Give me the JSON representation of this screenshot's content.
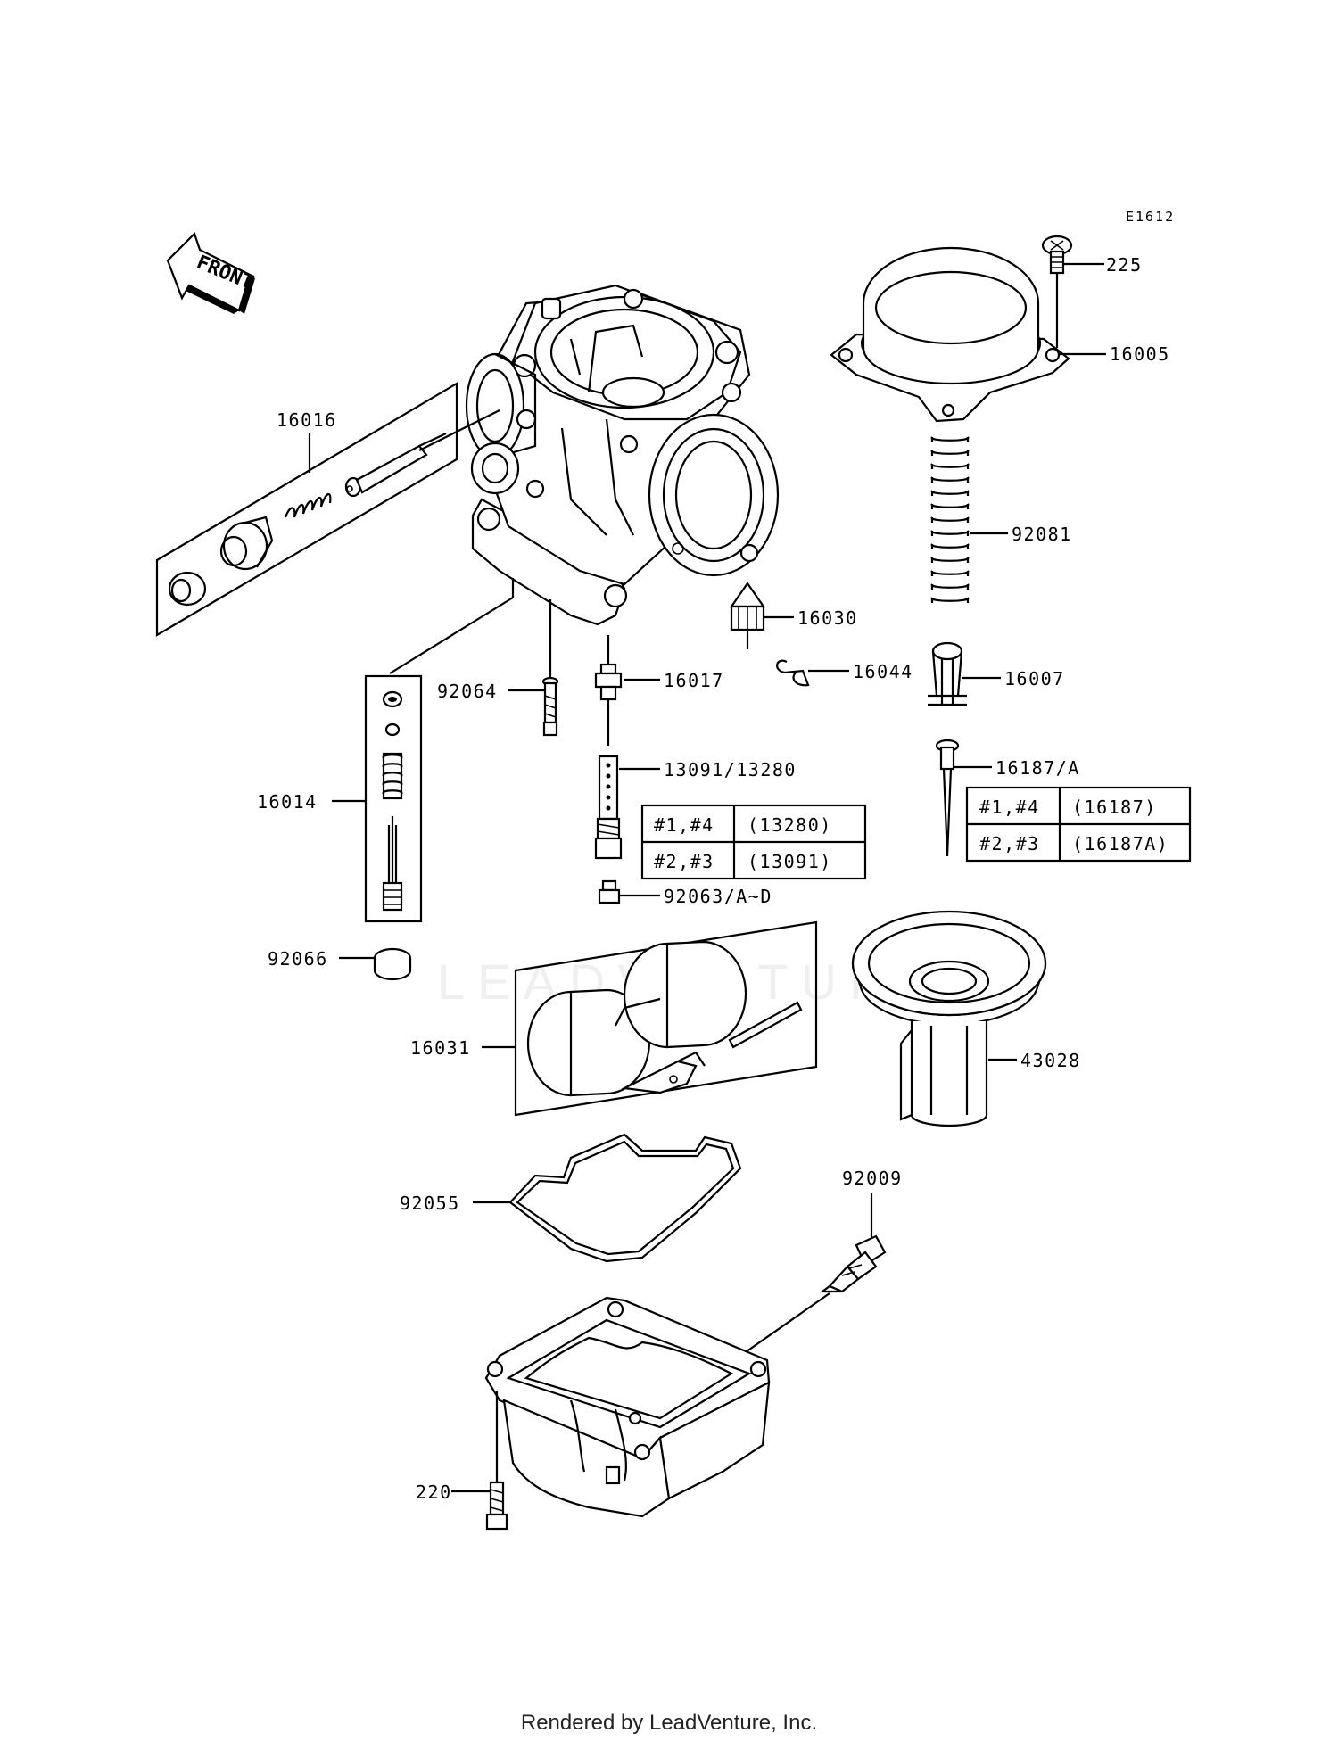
{
  "diagram_code": "E1612",
  "direction_label": "FRONT",
  "watermark": "LEADVENTURE",
  "footer": "Rendered by LeadVenture, Inc.",
  "parts": {
    "p225": "225",
    "p16005": "16005",
    "p16016": "16016",
    "p92081": "92081",
    "p16030": "16030",
    "p92064": "92064",
    "p16017": "16017",
    "p16044": "16044",
    "p16007": "16007",
    "p16014": "16014",
    "p13091": "13091/13280",
    "p16187": "16187/A",
    "p92063": "92063/A~D",
    "p92066": "92066",
    "p16031": "16031",
    "p43028": "43028",
    "p92009": "92009",
    "p92055": "92055",
    "p220": "220"
  },
  "jet_table": {
    "rows": [
      {
        "cyl": "#1,#4",
        "part": "(13280)"
      },
      {
        "cyl": "#2,#3",
        "part": "(13091)"
      }
    ]
  },
  "needle_table": {
    "rows": [
      {
        "cyl": "#1,#4",
        "part": "(16187)"
      },
      {
        "cyl": "#2,#3",
        "part": "(16187A)"
      }
    ]
  }
}
